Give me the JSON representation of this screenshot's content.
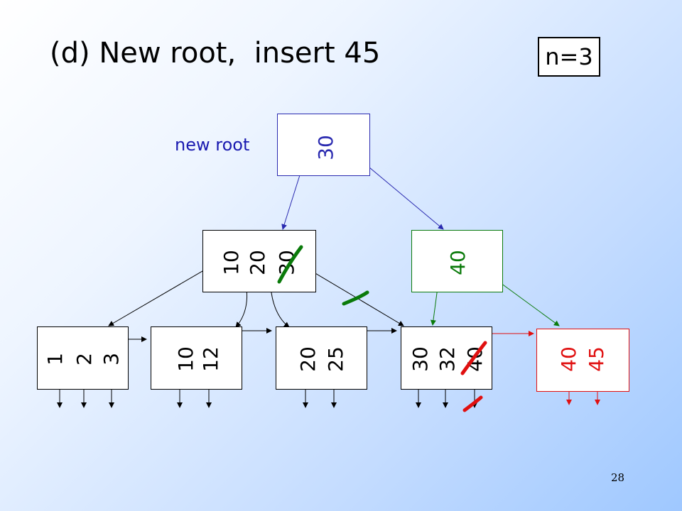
{
  "title": "(d) New root,  insert 45",
  "n_label": "n=3",
  "new_root_label": "new root",
  "page_number": "28",
  "colors": {
    "root": "#2a2ab0",
    "green": "#0a7a0a",
    "red": "#e01010",
    "black": "#000000"
  },
  "nodes": {
    "root": {
      "keys": [
        "30"
      ]
    },
    "internal_left": {
      "keys": [
        "10",
        "20",
        "30"
      ]
    },
    "internal_right": {
      "keys": [
        "40"
      ]
    },
    "leaf1": {
      "keys": [
        "1",
        "2",
        "3"
      ]
    },
    "leaf2": {
      "keys": [
        "10",
        "12"
      ]
    },
    "leaf3": {
      "keys": [
        "20",
        "25"
      ]
    },
    "leaf4": {
      "keys": [
        "30",
        "32",
        "40"
      ]
    },
    "leaf5": {
      "keys": [
        "40",
        "45"
      ]
    }
  }
}
